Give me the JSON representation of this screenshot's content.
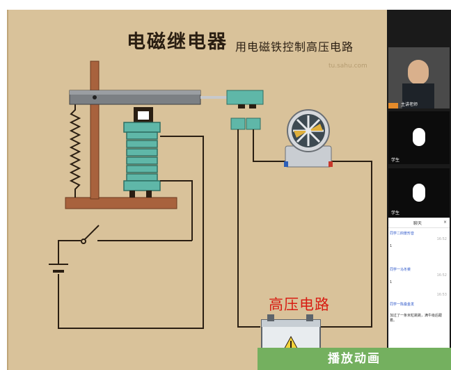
{
  "title": "电磁继电器",
  "subtitle": "用电磁铁控制高压电路",
  "high_voltage_label": "高压电路",
  "watermark": "tu.sahu.com",
  "play_button": "播放动画",
  "video_tiles": [
    {
      "name": "主讲老师",
      "role": "speaker"
    },
    {
      "name": "学生",
      "role": "attendee"
    },
    {
      "name": "学生",
      "role": "attendee"
    }
  ],
  "chat": {
    "header_title": "聊天",
    "close_glyph": "×",
    "messages": [
      {
        "sender": "同学二四景形音",
        "time": "16:52",
        "text": "1"
      },
      {
        "sender": "同学一马冬菜",
        "time": "16:52",
        "text": "1"
      },
      {
        "sender": "同学一陈桑金发",
        "time": "16:53",
        "text": "加过了一条米粒跳跳，满牛级后跟着。"
      }
    ]
  },
  "colors": {
    "board": "#d9c29a",
    "coil": "#5fb7a8",
    "wood": "#a8623d",
    "play_button": "#74b05f",
    "hv_label": "#d81c12"
  }
}
